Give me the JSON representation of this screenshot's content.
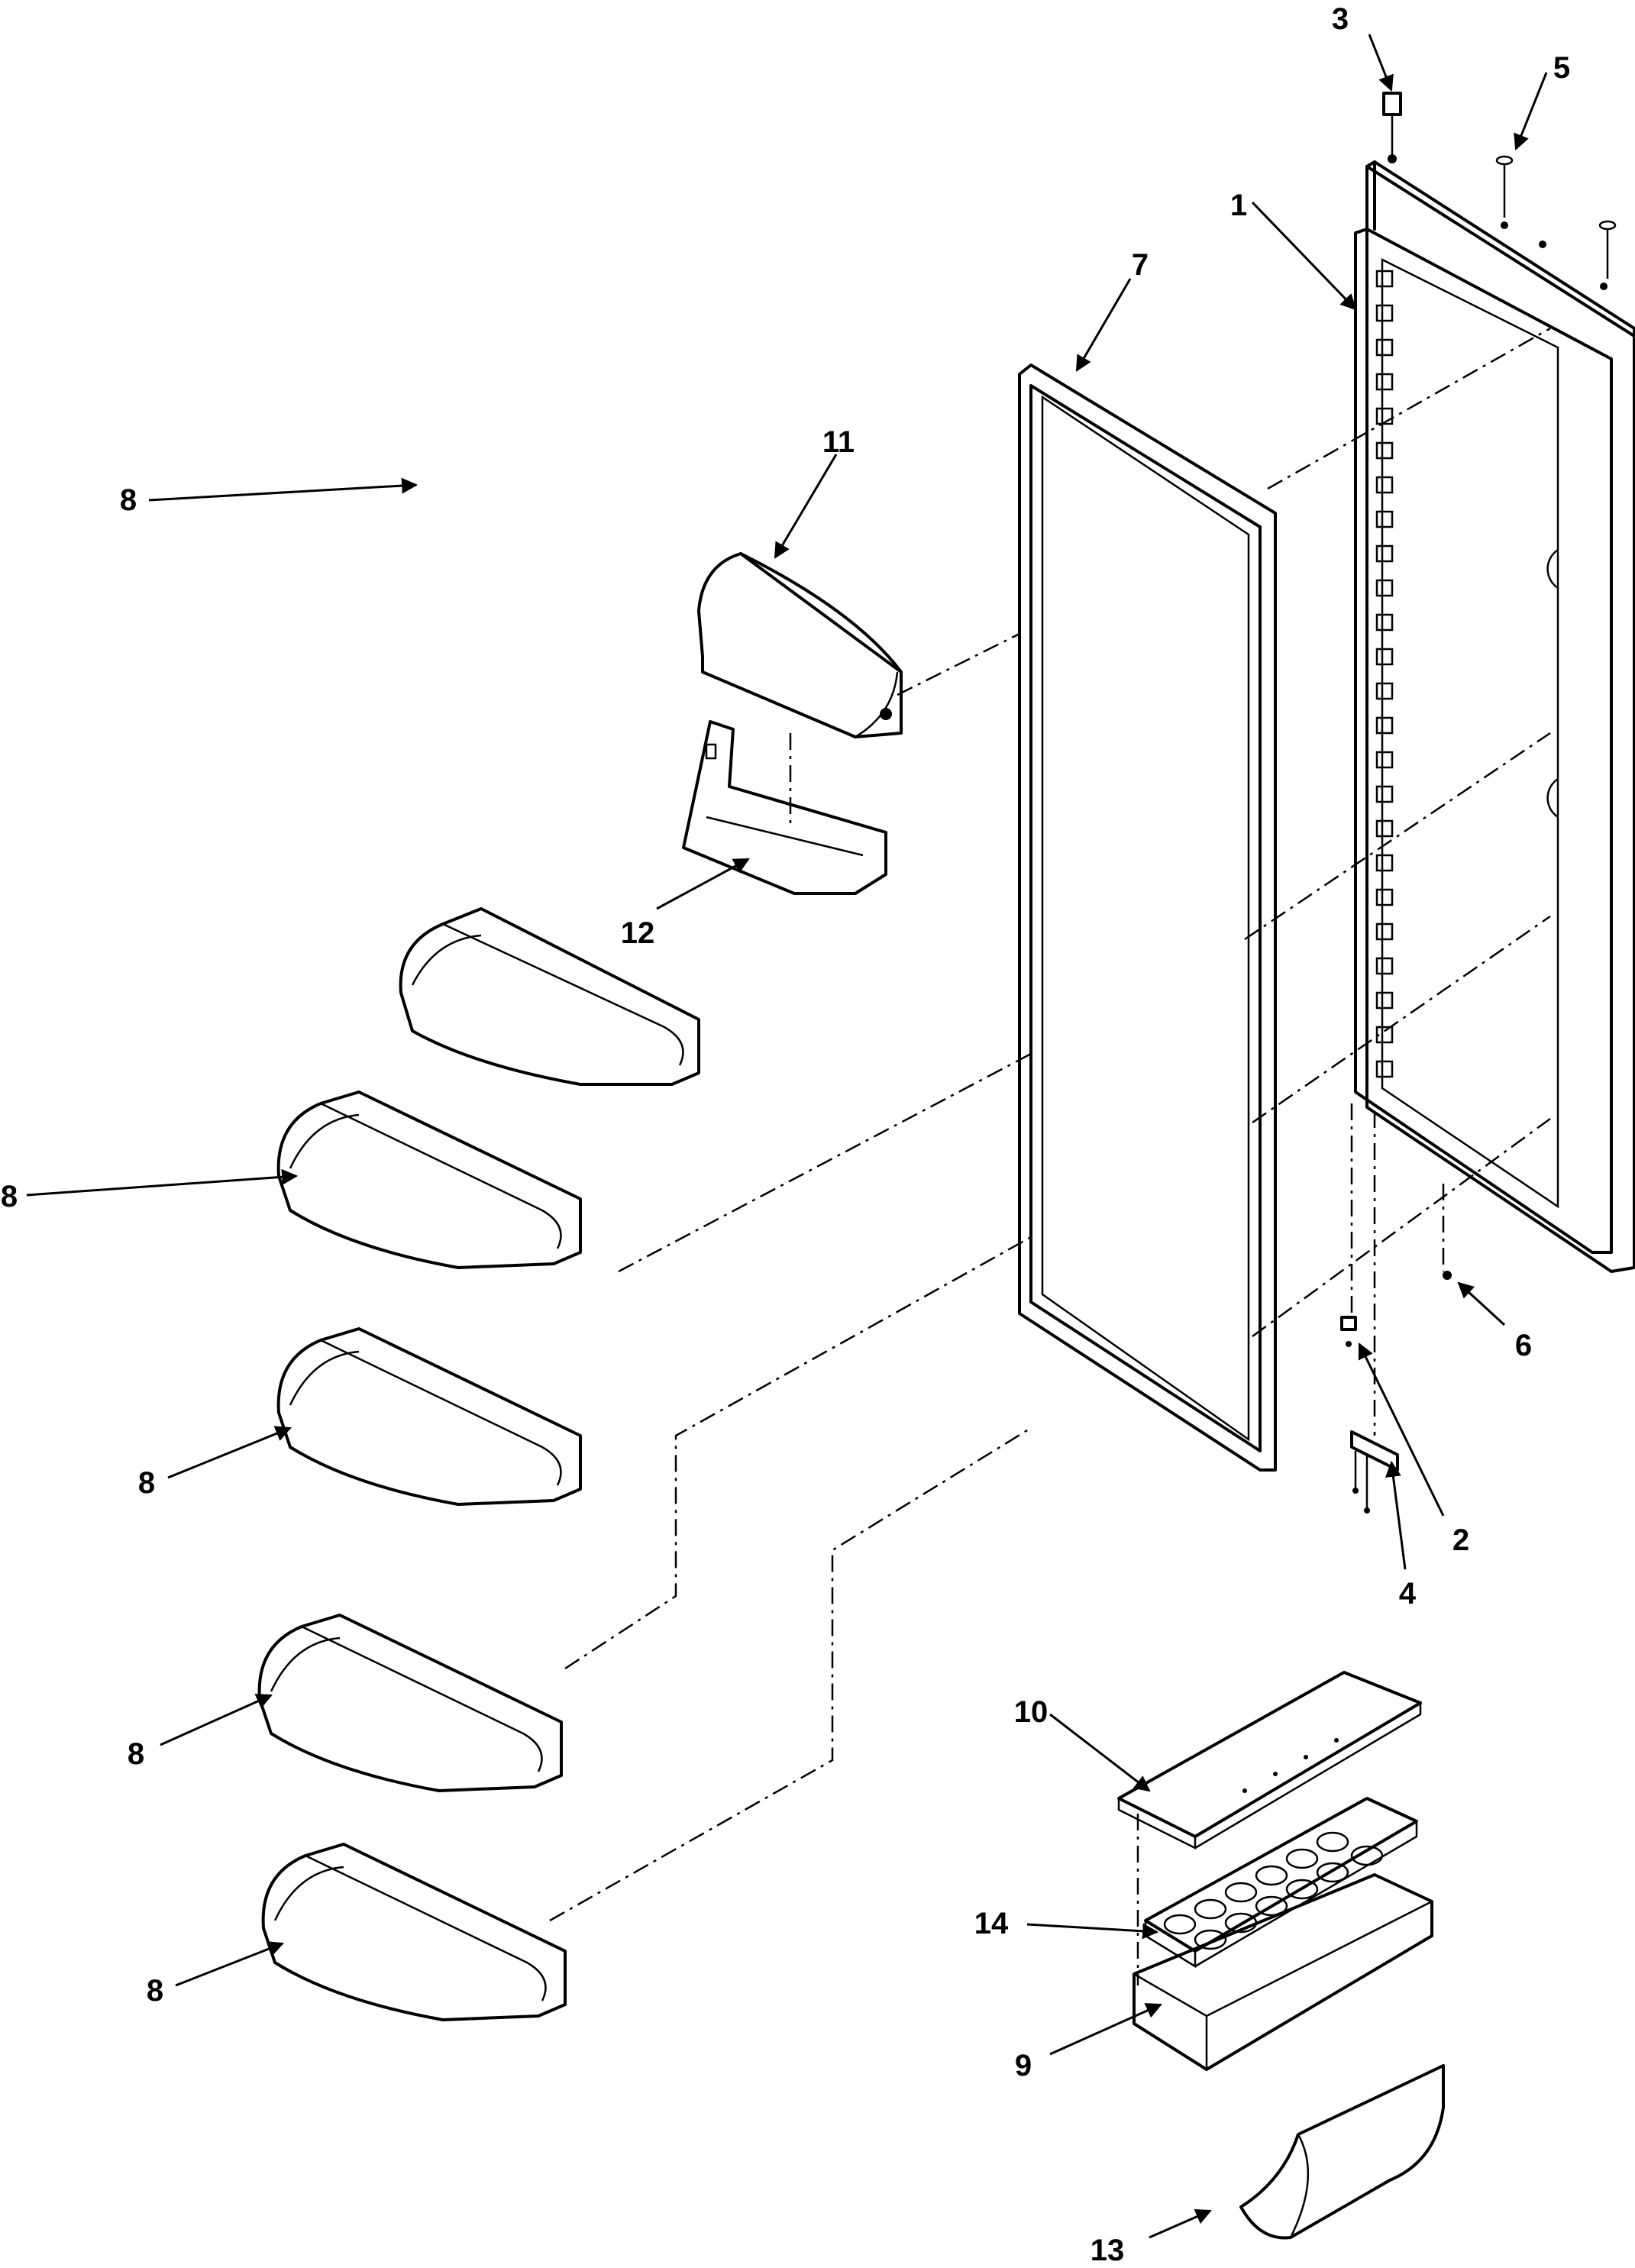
{
  "diagram": {
    "callouts": {
      "c1": "1",
      "c2": "2",
      "c3": "3",
      "c4": "4",
      "c5": "5",
      "c6": "6",
      "c7": "7",
      "c8a": "8",
      "c8b": "8",
      "c8c": "8",
      "c8d": "8",
      "c8e": "8",
      "c9": "9",
      "c10": "10",
      "c11": "11",
      "c12": "12",
      "c13": "13",
      "c14": "14"
    },
    "colors": {
      "line": "#000000",
      "background": "#ffffff"
    }
  }
}
